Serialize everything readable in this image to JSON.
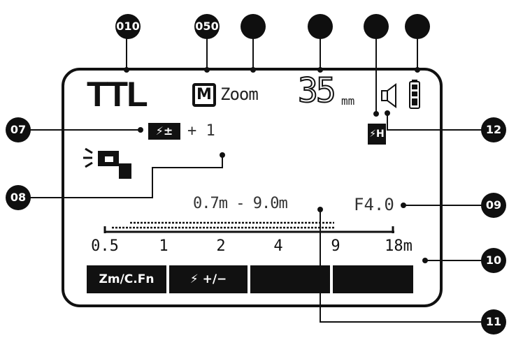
{
  "callouts": {
    "c01": "010",
    "c05": "050",
    "c07": "07",
    "c08": "08",
    "c09": "09",
    "c10": "10",
    "c11": "11",
    "c12": "12"
  },
  "display": {
    "flash_mode": "TTL",
    "mode_indicator": "M",
    "zoom_label": "Zoom",
    "zoom_value": "35",
    "zoom_unit": "mm",
    "fec_icon_label": "⚡±",
    "fec_value": "+ 1",
    "hss_icon_label": "⚡H",
    "flash_range": "0.7m - 9.0m",
    "aperture": "F4.0",
    "distance_scale": [
      "0.5",
      "1",
      "2",
      "4",
      "9",
      "18m"
    ]
  },
  "softkeys": [
    "Zm/C.Fn",
    "⚡ +/−",
    "",
    ""
  ],
  "icons": {
    "sound": "speaker-icon",
    "battery": "battery-icon",
    "wireless": "wireless-signal-icon",
    "fec": "flash-exposure-compensation-icon",
    "hss": "high-speed-sync-icon"
  }
}
